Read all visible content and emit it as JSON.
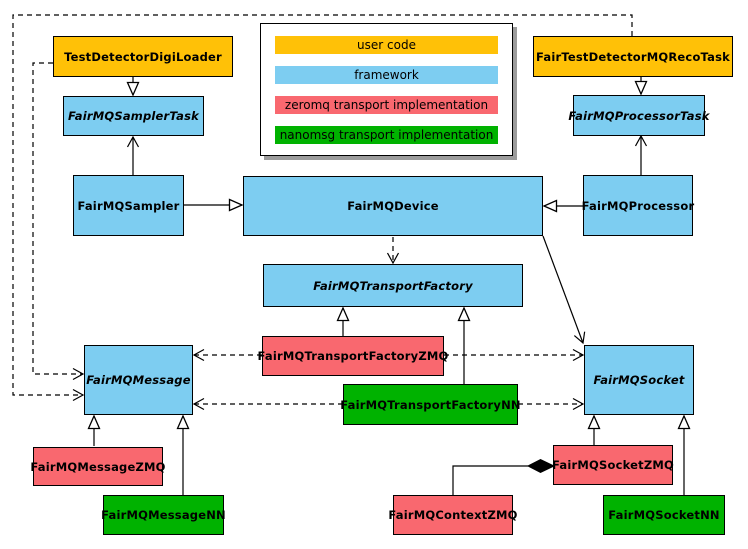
{
  "diagram": {
    "kind": "uml-class-diagram",
    "subject": "FairMQ transport classes"
  },
  "colors": {
    "user_code": "#ffc107",
    "framework": "#7dcdf1",
    "zeromq": "#f9686f",
    "nanomsg": "#00b200",
    "line": "#000000",
    "shadow": "#9c9c9c",
    "background": "#ffffff"
  },
  "legend": {
    "items": [
      {
        "label": "user code",
        "type": "user_code"
      },
      {
        "label": "framework",
        "type": "framework"
      },
      {
        "label": "zeromq transport implementation",
        "type": "zeromq"
      },
      {
        "label": "nanomsg transport implementation",
        "type": "nanomsg"
      }
    ]
  },
  "nodes": {
    "testDetectorDigiLoader": {
      "label": "TestDetectorDigiLoader",
      "type": "user_code",
      "abstract": false
    },
    "fairTestDetectorMQRecoTask": {
      "label": "FairTestDetectorMQRecoTask",
      "type": "user_code",
      "abstract": false
    },
    "fairMQSamplerTask": {
      "label": "FairMQSamplerTask",
      "type": "framework",
      "abstract": true
    },
    "fairMQProcessorTask": {
      "label": "FairMQProcessorTask",
      "type": "framework",
      "abstract": true
    },
    "fairMQSampler": {
      "label": "FairMQSampler",
      "type": "framework",
      "abstract": false
    },
    "fairMQDevice": {
      "label": "FairMQDevice",
      "type": "framework",
      "abstract": false
    },
    "fairMQProcessor": {
      "label": "FairMQProcessor",
      "type": "framework",
      "abstract": false
    },
    "fairMQTransportFactory": {
      "label": "FairMQTransportFactory",
      "type": "framework",
      "abstract": true
    },
    "fairMQTransportFactoryZMQ": {
      "label": "FairMQTransportFactoryZMQ",
      "type": "zeromq",
      "abstract": false
    },
    "fairMQTransportFactoryNN": {
      "label": "FairMQTransportFactoryNN",
      "type": "nanomsg",
      "abstract": false
    },
    "fairMQMessage": {
      "label": "FairMQMessage",
      "type": "framework",
      "abstract": true
    },
    "fairMQSocket": {
      "label": "FairMQSocket",
      "type": "framework",
      "abstract": true
    },
    "fairMQMessageZMQ": {
      "label": "FairMQMessageZMQ",
      "type": "zeromq",
      "abstract": false
    },
    "fairMQMessageNN": {
      "label": "FairMQMessageNN",
      "type": "nanomsg",
      "abstract": false
    },
    "fairMQSocketZMQ": {
      "label": "FairMQSocketZMQ",
      "type": "zeromq",
      "abstract": false
    },
    "fairMQContextZMQ": {
      "label": "FairMQContextZMQ",
      "type": "zeromq",
      "abstract": false
    },
    "fairMQSocketNN": {
      "label": "FairMQSocketNN",
      "type": "nanomsg",
      "abstract": false
    }
  },
  "relations": [
    {
      "from": "TestDetectorDigiLoader",
      "to": "FairMQSamplerTask",
      "kind": "inheritance"
    },
    {
      "from": "FairTestDetectorMQRecoTask",
      "to": "FairMQProcessorTask",
      "kind": "inheritance"
    },
    {
      "from": "FairMQSampler",
      "to": "FairMQSamplerTask",
      "kind": "association"
    },
    {
      "from": "FairMQProcessor",
      "to": "FairMQProcessorTask",
      "kind": "association"
    },
    {
      "from": "FairMQSampler",
      "to": "FairMQDevice",
      "kind": "inheritance"
    },
    {
      "from": "FairMQProcessor",
      "to": "FairMQDevice",
      "kind": "inheritance"
    },
    {
      "from": "FairMQDevice",
      "to": "FairMQTransportFactory",
      "kind": "dependency"
    },
    {
      "from": "FairMQDevice",
      "to": "FairMQSocket",
      "kind": "association"
    },
    {
      "from": "TestDetectorDigiLoader",
      "to": "FairMQMessage",
      "kind": "dependency"
    },
    {
      "from": "FairTestDetectorMQRecoTask",
      "to": "FairMQMessage",
      "kind": "dependency"
    },
    {
      "from": "FairMQTransportFactoryZMQ",
      "to": "FairMQTransportFactory",
      "kind": "inheritance"
    },
    {
      "from": "FairMQTransportFactoryNN",
      "to": "FairMQTransportFactory",
      "kind": "inheritance"
    },
    {
      "from": "FairMQTransportFactoryZMQ",
      "to": "FairMQMessage",
      "kind": "dependency"
    },
    {
      "from": "FairMQTransportFactoryZMQ",
      "to": "FairMQSocket",
      "kind": "dependency"
    },
    {
      "from": "FairMQTransportFactoryNN",
      "to": "FairMQMessage",
      "kind": "dependency"
    },
    {
      "from": "FairMQTransportFactoryNN",
      "to": "FairMQSocket",
      "kind": "dependency"
    },
    {
      "from": "FairMQMessageZMQ",
      "to": "FairMQMessage",
      "kind": "inheritance"
    },
    {
      "from": "FairMQMessageNN",
      "to": "FairMQMessage",
      "kind": "inheritance"
    },
    {
      "from": "FairMQSocketZMQ",
      "to": "FairMQSocket",
      "kind": "inheritance"
    },
    {
      "from": "FairMQSocketNN",
      "to": "FairMQSocket",
      "kind": "inheritance"
    },
    {
      "from": "FairMQContextZMQ",
      "to": "FairMQSocketZMQ",
      "kind": "composition"
    }
  ]
}
